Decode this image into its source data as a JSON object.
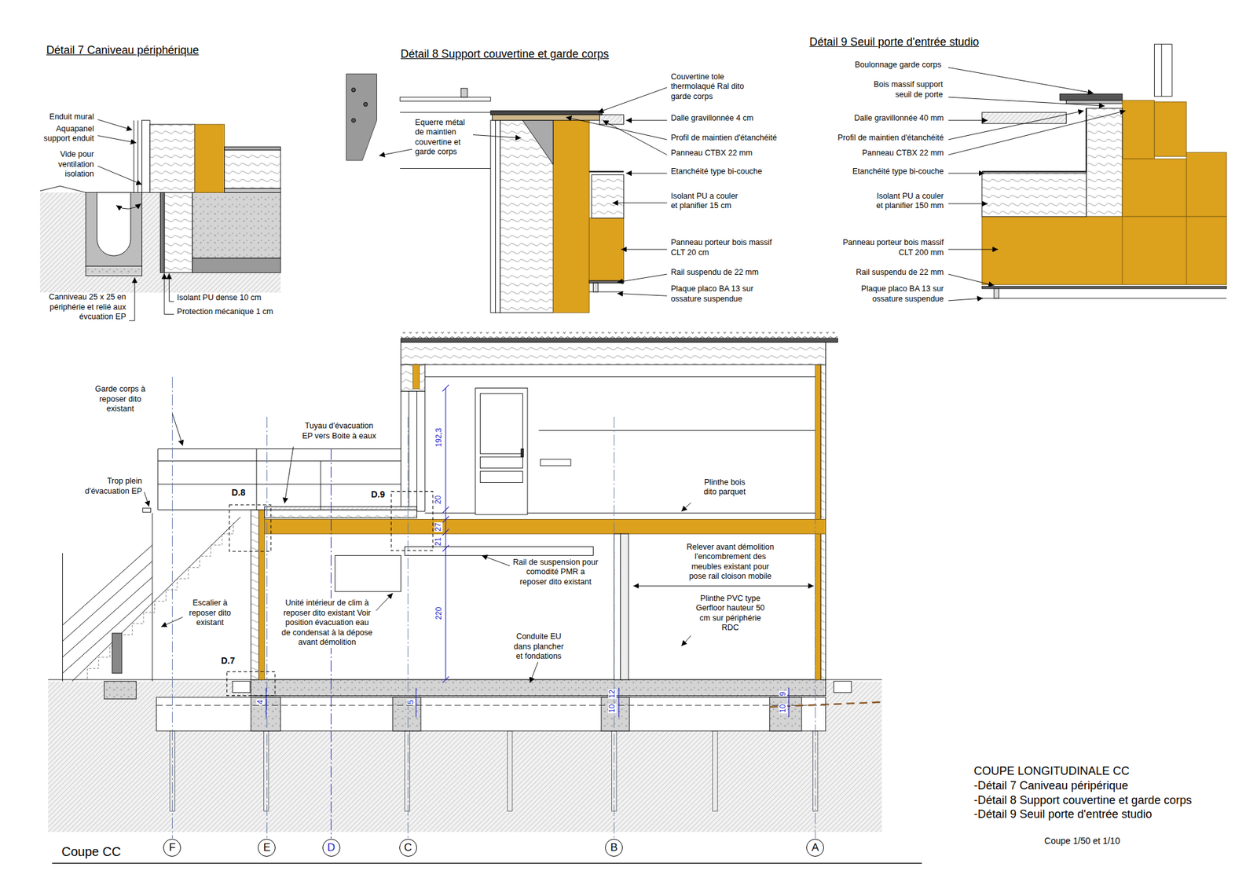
{
  "diagram": {
    "title": "COUPE LONGITUDINALE CC",
    "nodes": [
      {
        "text": [
          "F"
        ]
      },
      {
        "text": [
          "E"
        ]
      },
      {
        "text": [
          "D"
        ]
      },
      {
        "text": [
          "C"
        ]
      },
      {
        "text": [
          "B"
        ]
      },
      {
        "text": [
          "A"
        ]
      }
    ],
    "labels": [
      "Détail 7 Caniveau périphérique",
      "Enduit mural",
      "Aquapanel support enduit",
      "Vide pour ventilation isolation",
      "Canniveau 25 x 25 en périphérie et relié aux évcuation EP",
      "Isolant PU dense 10 cm",
      "Protection mécanique 1 cm",
      "Détail 8 Support couvertine et garde corps",
      "Equerre métal de maintien couvertine et garde corps",
      "Couvertine tole thermolaqué Ral dito garde corps",
      "Dalle gravillonnée 4 cm",
      "Profil de maintien d'étanchéité",
      "Panneau CTBX 22 mm",
      "Etanchéité type bi-couche",
      "Isolant PU a couler et planifier 15 cm",
      "Panneau porteur bois massif CLT 20 cm",
      "Rail suspendu de 22 mm",
      "Plaque placo BA 13 sur ossature suspendue",
      "Détail 9 Seuil porte d'entrée studio",
      "Boulonnage garde corps",
      "Bois massif support seuil de porte",
      "Dalle gravillonnée 40 mm",
      "Profil de maintien d'étanchéité",
      "Panneau CTBX 22 mm",
      "Etanchéité type bi-couche",
      "Isolant PU a couler et planifier 150 mm",
      "Panneau porteur bois massif CLT 200 mm",
      "Rail suspendu de 22 mm",
      "Plaque placo BA 13 sur ossature suspendue",
      "Garde corps à reposer dito existant",
      "Trop plein d'évacuation EP",
      "Tuyau d'évacuation EP vers Boite à eaux",
      "D.8",
      "D.9",
      "D.7",
      "Escalier à reposer dito existant",
      "Unité intérieur de clim à reposer dito existant Voir position évacuation eau de condensat à la dépose avant démolition",
      "Rail de suspension pour comodité PMR a reposer dito existant",
      "Conduite EU dans plancher et fondations",
      "Plinthe bois dito parquet",
      "Relever avant démolition l'encombrement des meubles existant pour pose rail cloison mobile",
      "Plinthe PVC type Gerfloor hauteur 50 cm sur périphérie RDC",
      "192,3",
      "20",
      "27",
      "21",
      "220",
      "4",
      "5",
      "12",
      "10",
      "9",
      "10",
      "Coupe CC",
      "-Détail 7 Caniveau péripérique",
      "-Détail 8 Support couvertine et garde corps",
      "-Détail 9 Seuil porte d'entrée studio",
      "Coupe 1/50 et 1/10"
    ]
  }
}
